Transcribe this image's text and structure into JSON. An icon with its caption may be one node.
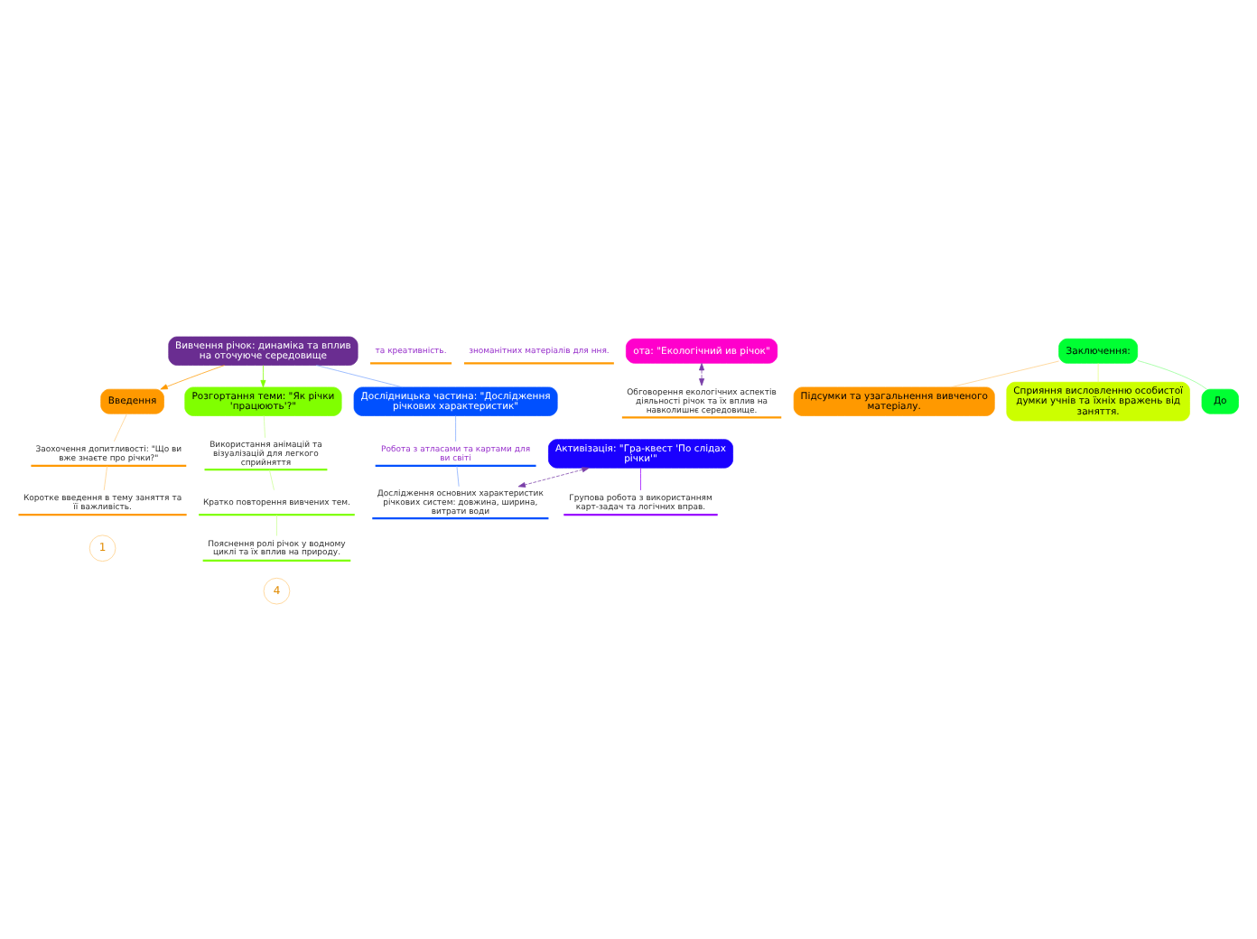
{
  "diagram": {
    "nodes": [
      {
        "text": [
          "Вивчення річок: динаміка та вплив на оточуюче середовище"
        ]
      },
      {
        "text": [
          "Введення"
        ]
      },
      {
        "text": [
          "Заохочення допитливості: \"Що ви вже знаєте про річки?\""
        ]
      },
      {
        "text": [
          "Коротке введення в тему заняття та її важливість."
        ]
      },
      {
        "text": [
          "та креативність."
        ]
      },
      {
        "text": [
          "зноманітних матеріалів для ння."
        ]
      },
      {
        "text": [
          "ота: \"Екологічний ив річок\""
        ]
      },
      {
        "text": [
          "Розгортання теми: \"Як річки 'працюють'?\""
        ]
      },
      {
        "text": [
          "Використання анімацій та візуалізацій для легкого сприйняття"
        ]
      },
      {
        "text": [
          "Кратко повторення вивчених тем."
        ]
      },
      {
        "text": [
          "Пояснення ролі річок у водному циклі та їх вплив на природу."
        ]
      },
      {
        "text": [
          "Обговорення екологічних аспектів діяльності річок та їх вплив на навколишнє середовище."
        ]
      },
      {
        "text": [
          "Дослідницька частина: \"Дослідження річкових характеристик\""
        ]
      },
      {
        "text": [
          "Робота з атласами та картами для ви світі"
        ]
      },
      {
        "text": [
          "Дослідження основних характеристик річкових систем: довжина, ширина, витрати води"
        ]
      },
      {
        "text": [
          "Активізація: \"Гра-квест 'По слідах річки'\""
        ]
      },
      {
        "text": [
          "Групова робота з використанням карт-задач та логічних вправ."
        ]
      },
      {
        "text": [
          "Заключення:"
        ]
      },
      {
        "text": [
          "Підсумки та узагальнення вивченого матеріалу."
        ]
      },
      {
        "text": [
          "Сприяння висловленню особистої думки учнів та їхніх вражень від заняття."
        ]
      },
      {
        "text": [
          "До"
        ]
      }
    ],
    "edges": [
      {
        "from": 0,
        "to": 1,
        "arrow": "to",
        "color": "#ff9900"
      },
      {
        "from": 1,
        "to": 2,
        "arrow": "none",
        "color": "#ffcc80"
      },
      {
        "from": 2,
        "to": 3,
        "arrow": "none",
        "color": "#ffcc80"
      },
      {
        "from": 0,
        "to": 7,
        "arrow": "to",
        "color": "#80ff00"
      },
      {
        "from": 7,
        "to": 8,
        "arrow": "none",
        "color": "#c8ff90"
      },
      {
        "from": 8,
        "to": 9,
        "arrow": "none",
        "color": "#c8ff90"
      },
      {
        "from": 9,
        "to": 10,
        "arrow": "none",
        "color": "#c8ff90"
      },
      {
        "from": 6,
        "to": 11,
        "arrow": "both",
        "style": "dashed",
        "color": "#7a3fa8"
      },
      {
        "from": 0,
        "to": 12,
        "arrow": "none",
        "color": "#7fa8ff"
      },
      {
        "from": 12,
        "to": 13,
        "arrow": "none",
        "color": "#7fa8ff"
      },
      {
        "from": 13,
        "to": 14,
        "arrow": "none",
        "color": "#7fa8ff"
      },
      {
        "from": 15,
        "to": 14,
        "arrow": "both",
        "style": "dashed",
        "color": "#7a3fa8"
      },
      {
        "from": 15,
        "to": 16,
        "arrow": "none",
        "color": "#9900ff"
      },
      {
        "from": 17,
        "to": 18,
        "arrow": "none",
        "color": "#ffcc80"
      },
      {
        "from": 17,
        "to": 19,
        "arrow": "none",
        "color": "#e6ff80"
      },
      {
        "from": 17,
        "to": 20,
        "arrow": "none",
        "color": "#90ff90"
      }
    ],
    "labels": [
      "1",
      "4"
    ]
  }
}
